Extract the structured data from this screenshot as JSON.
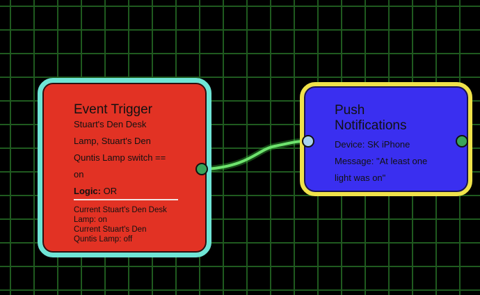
{
  "colors": {
    "canvas_bg": "#000000",
    "grid": "#1f5a1f",
    "trigger_fill": "#e23224",
    "trigger_border": "#6fe5d6",
    "push_fill": "#3a2ff0",
    "push_border": "#f0e24a",
    "connection": "#6ee36e"
  },
  "trigger_node": {
    "title": "Event Trigger",
    "line1": "Stuart's Den Desk",
    "line2": "Lamp, Stuart's Den",
    "line3": "Quntis Lamp switch ==",
    "line4": "on",
    "logic_label": "Logic:",
    "logic_value": " OR",
    "status1": "Current Stuart's Den Desk",
    "status2": "Lamp: on",
    "status3": "Current Stuart's Den",
    "status4": "Quntis Lamp: off"
  },
  "push_node": {
    "title_line1": "Push",
    "title_line2": "Notifications",
    "device": "Device: SK iPhone",
    "message1": "Message: \"At least one",
    "message2": "light was on\""
  }
}
